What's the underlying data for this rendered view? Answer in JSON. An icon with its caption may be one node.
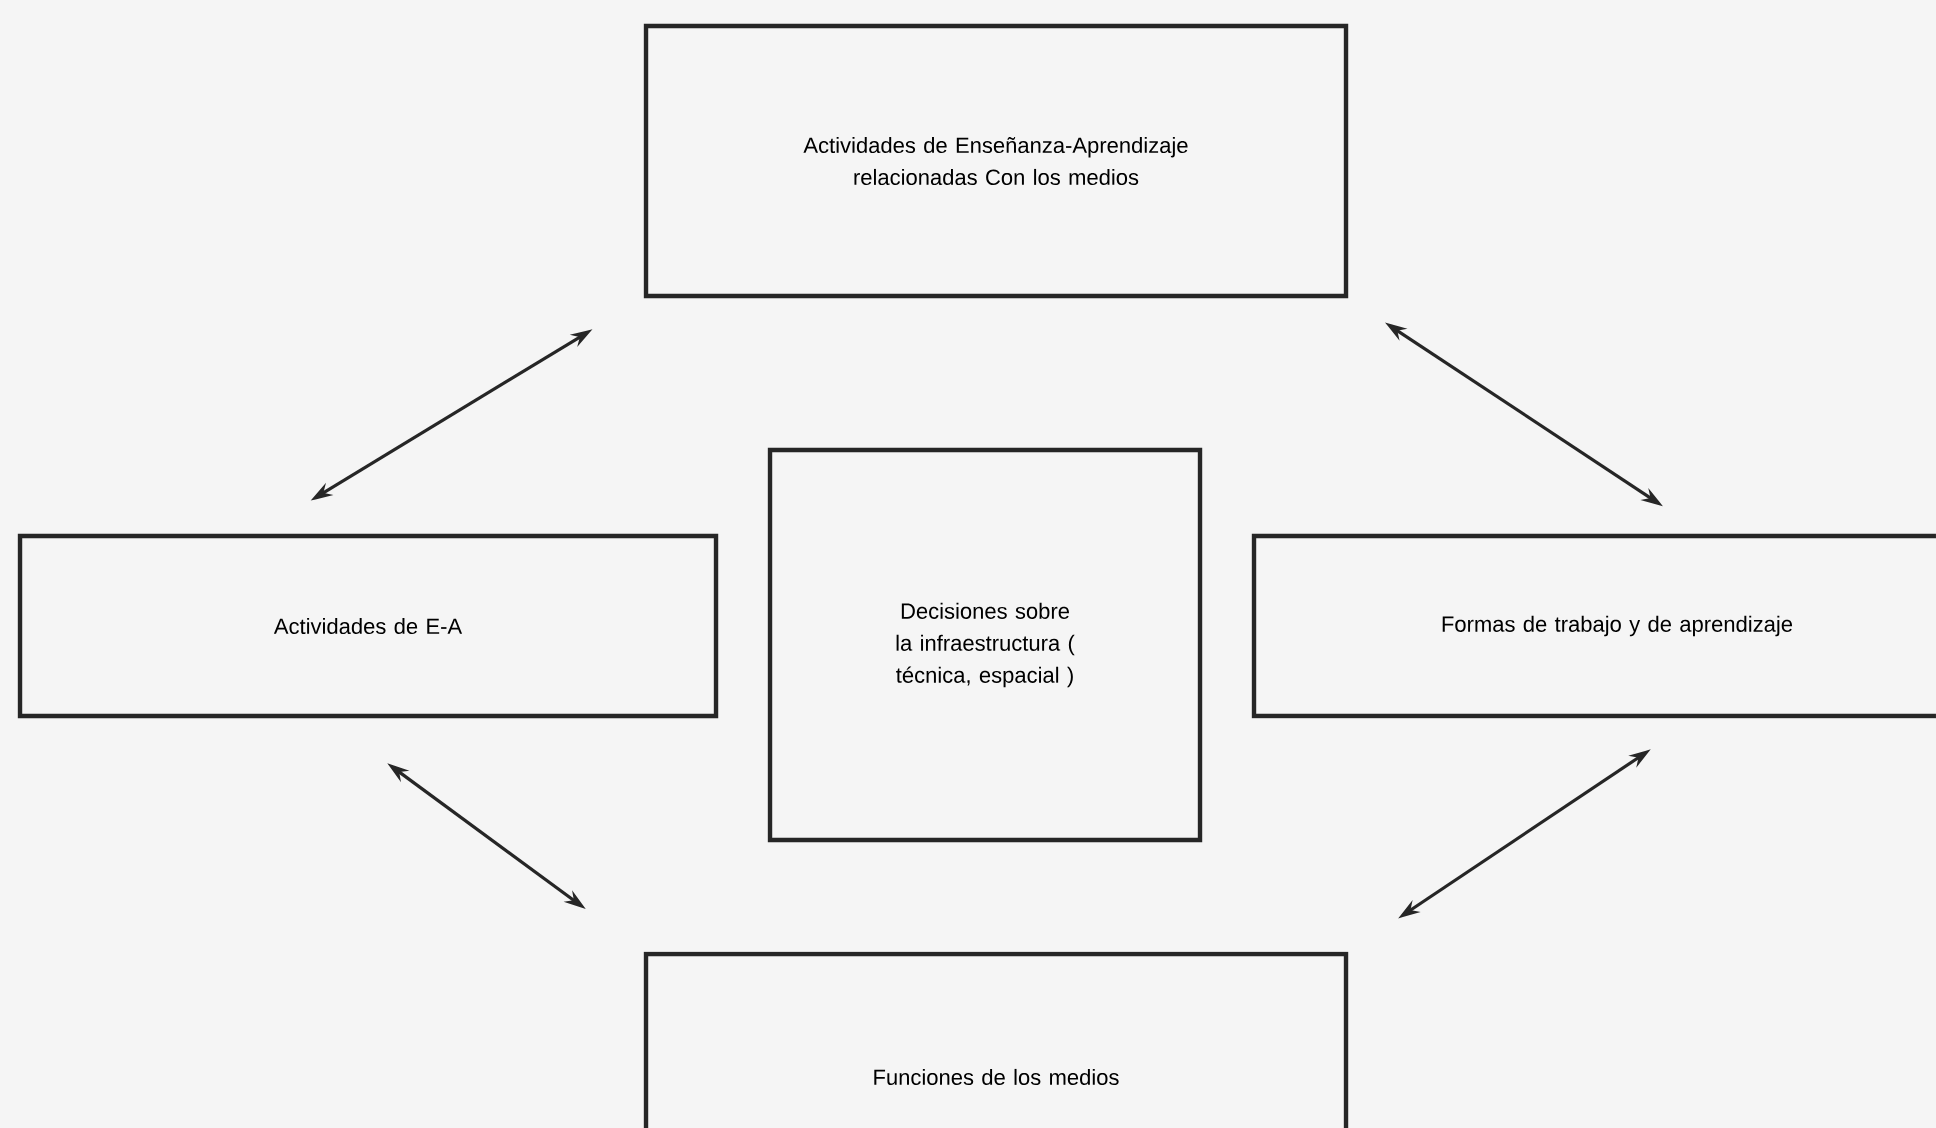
{
  "diagram": {
    "nodes": [
      {
        "text": [
          "Actividades de Enseñanza-Aprendizaje relacionadas Con los medios"
        ]
      },
      {
        "text": [
          "Actividades de E-A"
        ]
      },
      {
        "text": [
          "Decisiones sobre la infraestructura ( técnica, espacial )"
        ]
      },
      {
        "text": [
          "Formas de trabajo  y de aprendizaje"
        ]
      },
      {
        "text": [
          "Funciones de los medios"
        ]
      }
    ],
    "edges": [
      {
        "from": 1,
        "to": 0,
        "arrow": "both"
      },
      {
        "from": 0,
        "to": 3,
        "arrow": "both"
      },
      {
        "from": 1,
        "to": 4,
        "arrow": "both"
      },
      {
        "from": 4,
        "to": 3,
        "arrow": "both"
      }
    ]
  }
}
